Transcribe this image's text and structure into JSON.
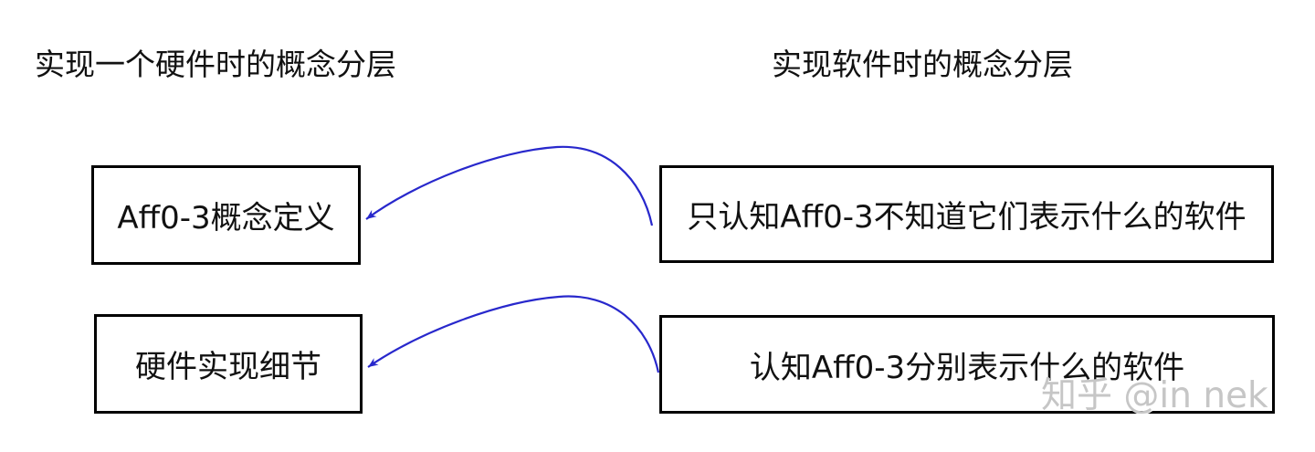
{
  "diagram": {
    "left_column": {
      "title": "实现一个硬件时的概念分层",
      "boxes": [
        {
          "label": "Aff0-3概念定义"
        },
        {
          "label": "硬件实现细节"
        }
      ]
    },
    "right_column": {
      "title": "实现软件时的概念分层",
      "boxes": [
        {
          "label": "只认知Aff0-3不知道它们表示什么的软件"
        },
        {
          "label": "认知Aff0-3分别表示什么的软件"
        }
      ]
    },
    "arrows": [
      {
        "from": "只认知Aff0-3不知道它们表示什么的软件",
        "to": "Aff0-3概念定义"
      },
      {
        "from": "认知Aff0-3分别表示什么的软件",
        "to": "硬件实现细节"
      }
    ],
    "watermark": "知乎 @in nek",
    "colors": {
      "arrow": "#2828cc",
      "box_border": "#000000",
      "text": "#111111",
      "watermark": "#c6c6c6",
      "background": "#ffffff"
    }
  }
}
